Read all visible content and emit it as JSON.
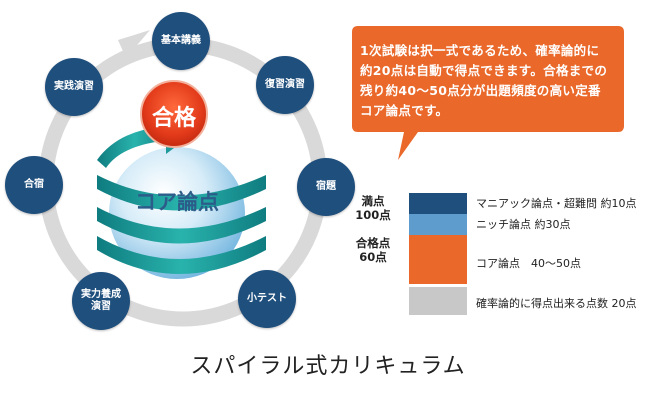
{
  "diagram": {
    "center_label": "コア論点",
    "goal_label": "合格",
    "nodes": [
      "基本講義",
      "復習演習",
      "宿題",
      "小テスト",
      "実力養成\n演習",
      "合宿",
      "実践演習"
    ]
  },
  "bubble": {
    "text": "1次試験は択一式であるため、確率論的に約20点は自動で得点できます。合格までの残り約40～50点分が出題頻度の高い定番コア論点です。",
    "color": "#e9682a"
  },
  "scale": {
    "full_mark_label": "満点",
    "full_mark_value": "100点",
    "pass_label": "合格点",
    "pass_value": "60点"
  },
  "legend": [
    {
      "label": "マニアック論点・超難問 約10点",
      "color": "#1f4f7d"
    },
    {
      "label": "ニッチ論点 約30点",
      "color": "#5d9ccd"
    },
    {
      "label": "コア論点　40～50点",
      "color": "#e9682a"
    },
    {
      "label": "確率論的に得点出来る点数 20点",
      "color": "#c8c8c8"
    }
  ],
  "caption": "スパイラル式カリキュラム",
  "colors": {
    "node": "#1f4f7d",
    "ring": "#d9d9d9",
    "spiral": "#1e9a9a",
    "goal": "#e23a1a"
  }
}
